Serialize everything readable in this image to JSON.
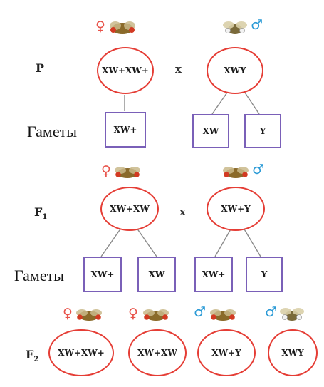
{
  "labels": {
    "p": "P",
    "f1_letter": "F",
    "f1_sub": "1",
    "f2_letter": "F",
    "f2_sub": "2",
    "gametes_1": "Гаметы",
    "gametes_2": "Гаметы",
    "cross_1": "x",
    "cross_2": "x"
  },
  "sex_symbols": {
    "female": "♀",
    "male": "♂"
  },
  "p_generation": {
    "female_genotype": "XW+XW+",
    "male_genotype": "XWY"
  },
  "p_gametes": {
    "female": "XW+",
    "male_1": "XW",
    "male_2": "Y"
  },
  "f1_generation": {
    "female_genotype": "XW+XW",
    "male_genotype": "XW+Y"
  },
  "f1_gametes": {
    "female_1": "XW+",
    "female_2": "XW",
    "male_1": "XW+",
    "male_2": "Y"
  },
  "f2_generation": [
    "XW+XW+",
    "XW+XW",
    "XW+Y",
    "XWY"
  ],
  "colors": {
    "circle": "#e53d35",
    "box": "#7a60b8",
    "female_symbol": "#e8534a",
    "male_symbol": "#2a9ad6"
  },
  "icons": [
    "fly-red-eye-icon",
    "fly-white-eye-icon"
  ]
}
